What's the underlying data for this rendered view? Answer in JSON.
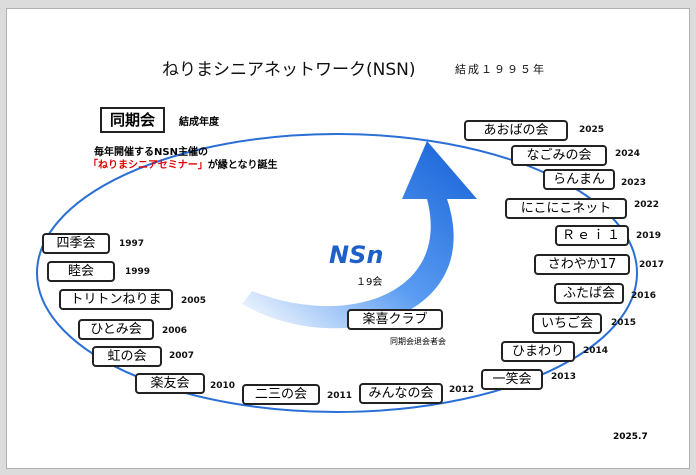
{
  "title": "ねりまシニアネットワーク(NSN)",
  "founded": "結成１９９５年",
  "doki": {
    "label": "同期会",
    "year_label": "結成年度"
  },
  "note": {
    "line1": "毎年開催するNSN主催の",
    "line2_red": "「ねりまシニアセミナー」",
    "line2_rest": "が縁となり誕生"
  },
  "logo_text": "NSn",
  "count": "１9会",
  "groups": [
    {
      "name": "四季会",
      "year": "1997"
    },
    {
      "name": "睦会",
      "year": "1999"
    },
    {
      "name": "トリトンねりま",
      "year": "2005"
    },
    {
      "name": "ひとみ会",
      "year": "2006"
    },
    {
      "name": "虹の会",
      "year": "2007"
    },
    {
      "name": "楽友会",
      "year": "2010"
    },
    {
      "name": "二三の会",
      "year": "2011"
    },
    {
      "name": "みんなの会",
      "year": "2012"
    },
    {
      "name": "一笑会",
      "year": "2013"
    },
    {
      "name": "ひまわり",
      "year": "2014"
    },
    {
      "name": "いちご会",
      "year": "2015"
    },
    {
      "name": "ふたば会",
      "year": "2016"
    },
    {
      "name": "さわやか17",
      "year": "2017"
    },
    {
      "name": "Ｒｅｉ１",
      "year": "2019"
    },
    {
      "name": "にこにこネット",
      "year": "2022"
    },
    {
      "name": "らんまん",
      "year": "2023"
    },
    {
      "name": "なごみの会",
      "year": "2024"
    },
    {
      "name": "あおばの会",
      "year": "2025"
    }
  ],
  "rakki": {
    "name": "楽喜クラブ",
    "note": "同期会退会者会"
  },
  "date": "2025.7",
  "colors": {
    "ellipse": "#2a6fd6",
    "arrow": "#1f6fe0",
    "accent_red": "#e10000"
  }
}
